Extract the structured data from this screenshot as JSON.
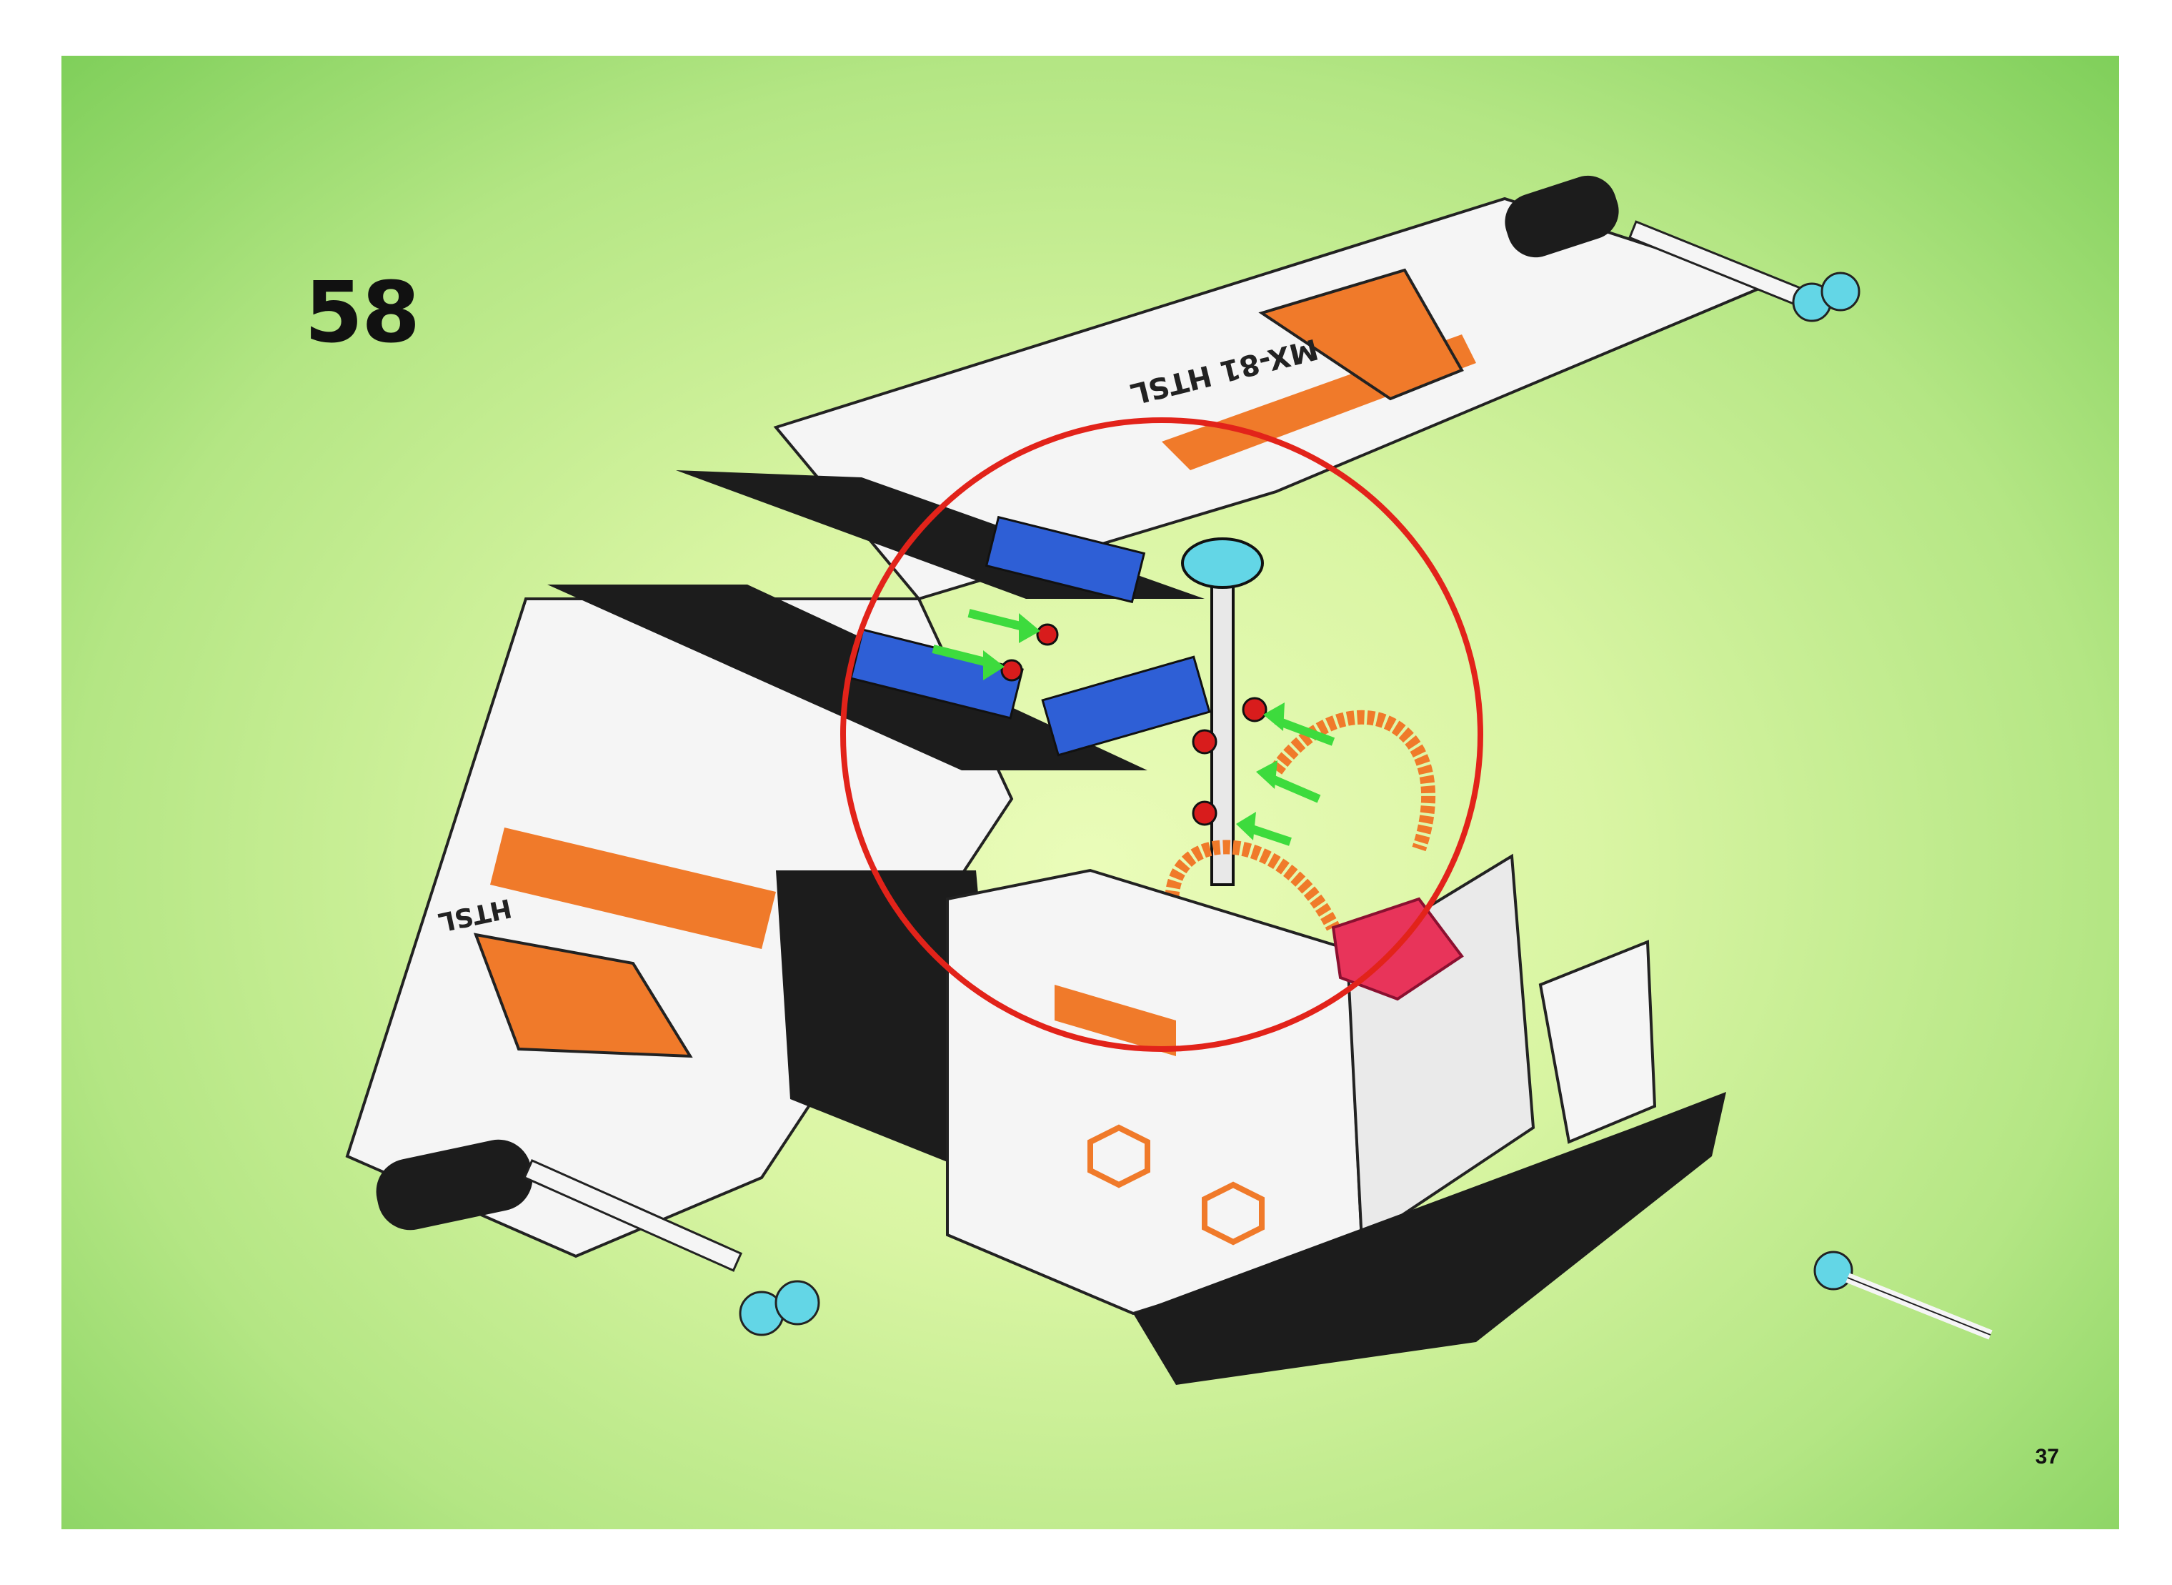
{
  "step": {
    "number": "58"
  },
  "page": {
    "number": "37"
  },
  "decal_text": {
    "upper_wing": "MX-81 HTSL",
    "lower_wing": "HTSL"
  },
  "colors": {
    "page_background": "#c8f09a",
    "callout_circle": "#e2231a",
    "assembly_arrows": "#3ddb3d",
    "brick_blue": "#2e5fd6",
    "brick_orange": "#f07a2a",
    "brick_black": "#1c1c1c",
    "brick_white": "#f6f6f6",
    "trans_light_blue": "#63d6e6",
    "trans_red": "#e8345a"
  }
}
